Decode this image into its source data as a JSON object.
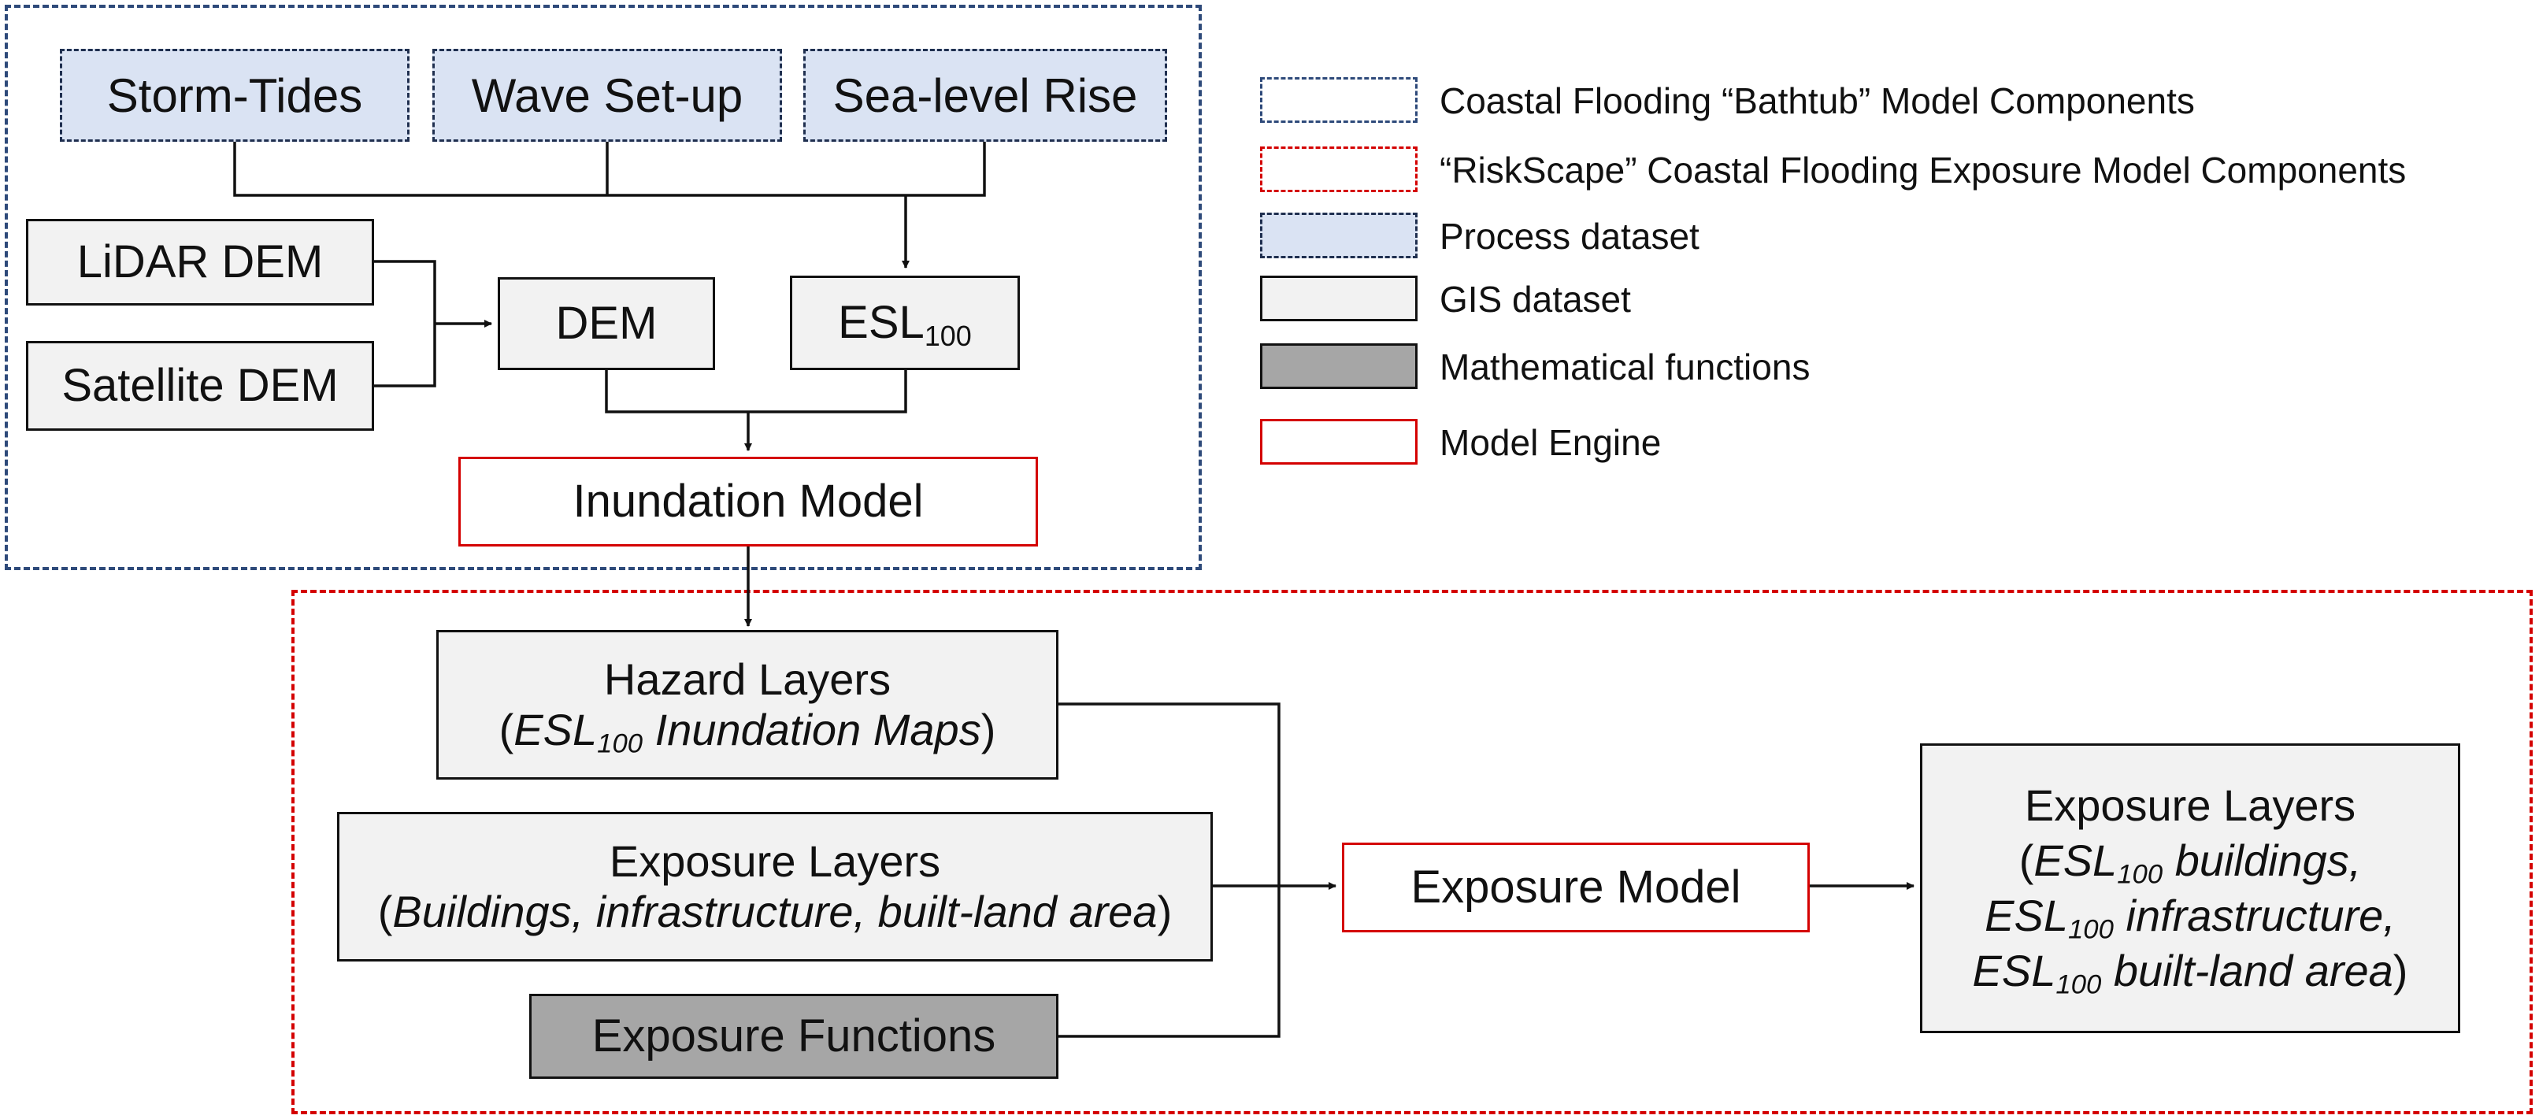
{
  "colors": {
    "blue_dash": "#2e4a7a",
    "red_dash": "#d40000",
    "process_fill": "#dae3f3",
    "gis_fill": "#f2f2f2",
    "function_fill": "#a6a6a6",
    "engine_border": "#d40000"
  },
  "nodes": {
    "storm_tides": "Storm-Tides",
    "wave_setup": "Wave Set-up",
    "sea_level_rise": "Sea-level Rise",
    "lidar_dem": "LiDAR DEM",
    "satellite_dem": "Satellite DEM",
    "dem": "DEM",
    "esl": {
      "base": "ESL",
      "sub": "100"
    },
    "inundation_model": "Inundation Model",
    "hazard_layers": {
      "title": "Hazard Layers",
      "open": "(",
      "esl": "ESL",
      "sub": "100",
      "text": " Inundation Maps",
      "close": ")"
    },
    "exposure_layers_in": {
      "title": "Exposure Layers",
      "open": "(",
      "text": "Buildings, infrastructure, built-land area",
      "close": ")"
    },
    "exposure_functions": "Exposure Functions",
    "exposure_model": "Exposure Model",
    "exposure_layers_out": {
      "title": "Exposure Layers",
      "open": "(",
      "esl": "ESL",
      "sub": "100",
      "line1": " buildings,",
      "line2": " infrastructure,",
      "line3": " built-land area",
      "close": ")"
    }
  },
  "legend": {
    "bathtub": "Coastal Flooding “Bathtub” Model Components",
    "riskscape": "“RiskScape” Coastal Flooding Exposure Model Components",
    "process": "Process dataset",
    "gis": "GIS dataset",
    "math": "Mathematical functions",
    "engine": "Model Engine"
  }
}
